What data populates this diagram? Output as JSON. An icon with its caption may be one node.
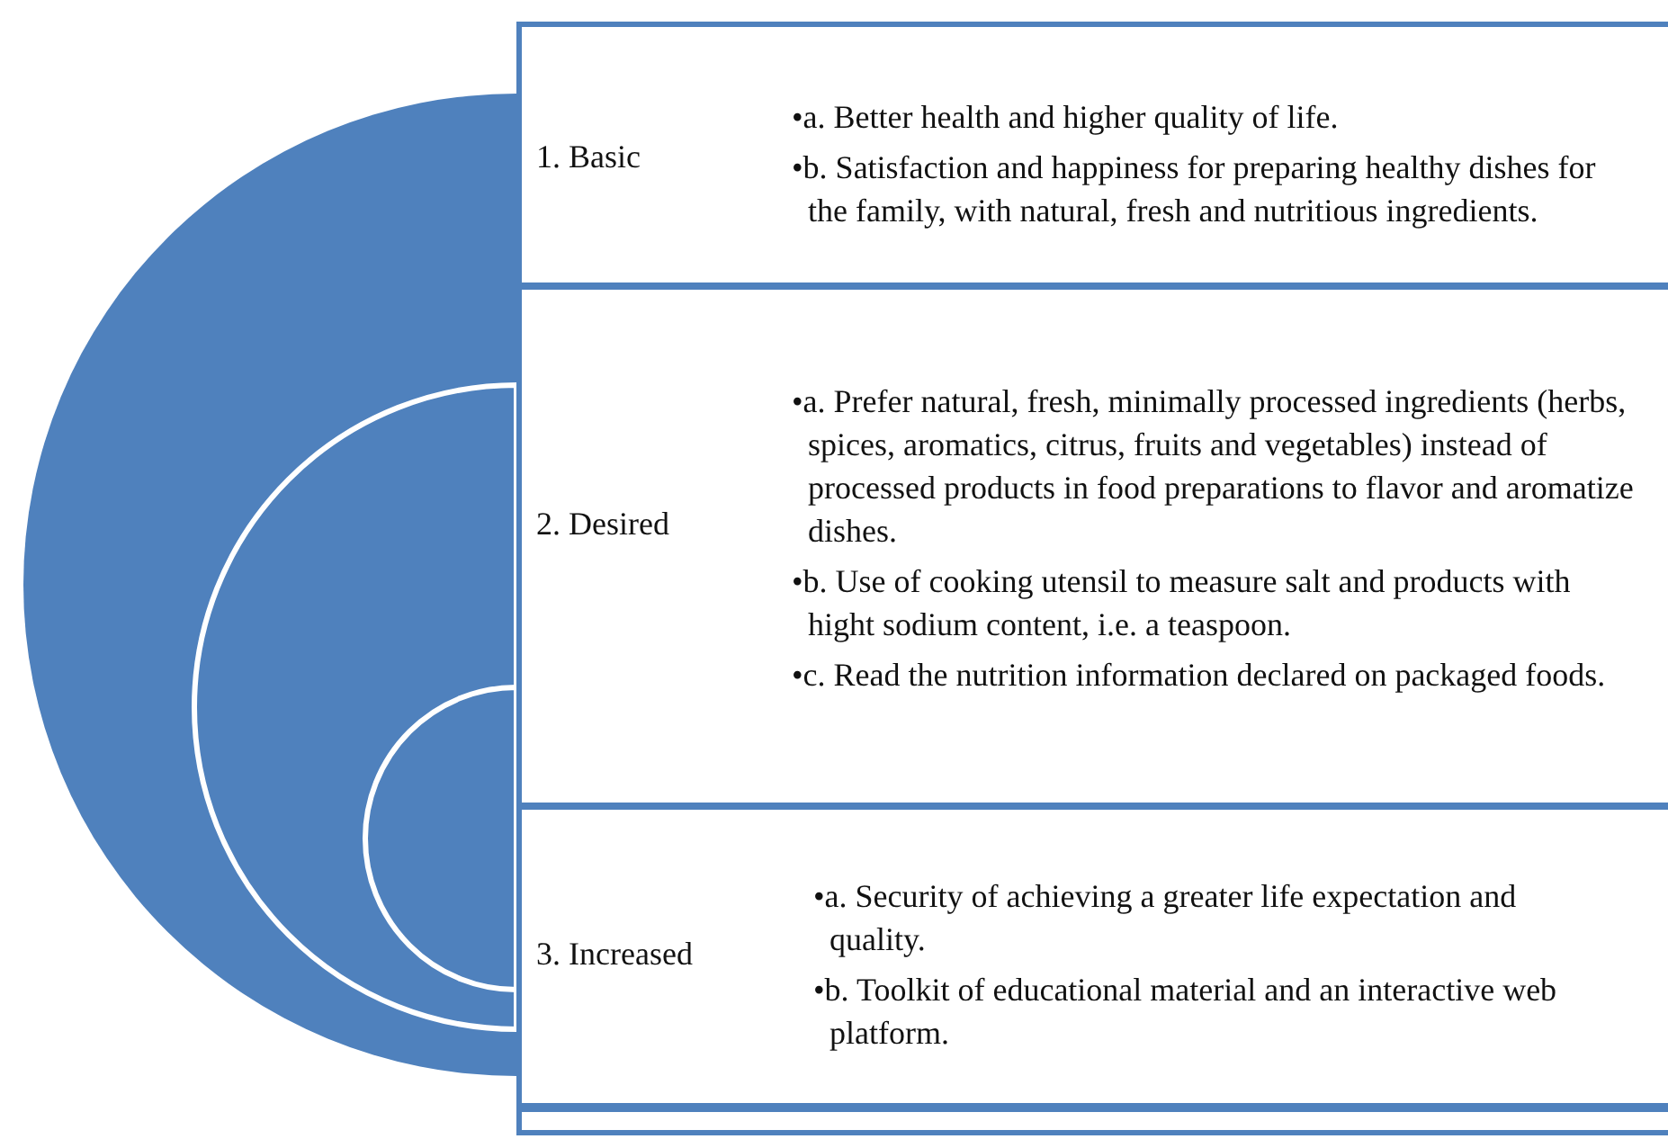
{
  "diagram": {
    "nodes": [
      {
        "text": [],
        "shape": "semicircle"
      },
      {
        "text": [],
        "shape": "semicircle",
        "in": 0
      },
      {
        "text": [],
        "shape": "semicircle",
        "in": 1
      },
      {
        "text": [
          "1. Basic",
          "•a. Better health and higher quality of life.",
          "•b. Satisfaction and happiness for preparing healthy dishes for the family, with natural, fresh and nutritious ingredients."
        ]
      },
      {
        "text": [
          "2. Desired",
          "•a. Prefer natural, fresh, minimally processed ingredients (herbs, spices, aromatics, citrus, fruits and vegetables) instead of processed products in food preparations to flavor and aromatize  dishes.",
          "•b. Use of cooking utensil to measure salt and products with hight sodium content, i.e. a teaspoon.",
          "•c. Read the nutrition information declared on packaged foods."
        ]
      },
      {
        "text": [
          "3. Increased",
          "•a. Security of achieving a greater life expectation and quality.",
          "•b. Toolkit of educational material and an interactive web platform."
        ]
      },
      {
        "text": [],
        "shape": "box"
      }
    ]
  }
}
